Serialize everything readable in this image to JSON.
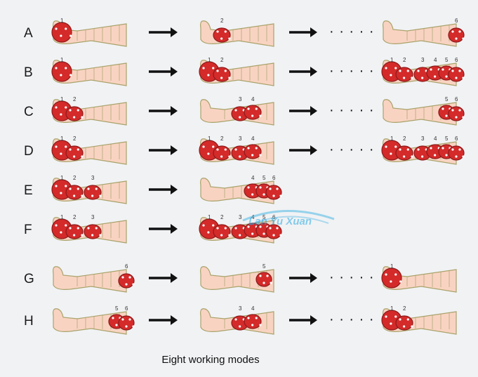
{
  "title_caption": "Eight working modes",
  "ellipsis": "· · · · ·",
  "watermark_text": "Lan Yu Xuan",
  "colors": {
    "skin": "#f9d3c2",
    "skin_stroke": "#a8a36b",
    "wrap": "#e9e6a6",
    "chamber_fill": "#d42a2a",
    "chamber_stroke": "#8b1a1a",
    "arrow": "#111111",
    "watermark": "#29aae1"
  },
  "modes": [
    {
      "letter": "A",
      "steps": [
        {
          "active": [
            1
          ],
          "labels": [
            "1"
          ]
        },
        {
          "active": [
            2
          ],
          "labels": [
            "2"
          ]
        },
        {
          "active": [
            6
          ],
          "labels": [
            "6"
          ]
        }
      ],
      "ellipsis": true
    },
    {
      "letter": "B",
      "steps": [
        {
          "active": [
            1
          ],
          "labels": [
            "1"
          ]
        },
        {
          "active": [
            1,
            2
          ],
          "labels": [
            "1",
            "2"
          ]
        },
        {
          "active": [
            1,
            2,
            3,
            4,
            5,
            6
          ],
          "labels": [
            "1",
            "2",
            "3",
            "4",
            "5",
            "6"
          ]
        }
      ],
      "ellipsis": true
    },
    {
      "letter": "C",
      "steps": [
        {
          "active": [
            1,
            2
          ],
          "labels": [
            "1",
            "2"
          ]
        },
        {
          "active": [
            3,
            4
          ],
          "labels": [
            "3",
            "4"
          ]
        },
        {
          "active": [
            5,
            6
          ],
          "labels": [
            "5",
            "6"
          ]
        }
      ],
      "ellipsis": true
    },
    {
      "letter": "D",
      "steps": [
        {
          "active": [
            1,
            2
          ],
          "labels": [
            "1",
            "2"
          ]
        },
        {
          "active": [
            1,
            2,
            3,
            4
          ],
          "labels": [
            "1",
            "2",
            "3",
            "4"
          ]
        },
        {
          "active": [
            1,
            2,
            3,
            4,
            5,
            6
          ],
          "labels": [
            "1",
            "2",
            "3",
            "4",
            "5",
            "6"
          ]
        }
      ],
      "ellipsis": true
    },
    {
      "letter": "E",
      "steps": [
        {
          "active": [
            1,
            2,
            3
          ],
          "labels": [
            "1",
            "2",
            "3"
          ]
        },
        {
          "active": [
            4,
            5,
            6
          ],
          "labels": [
            "4",
            "5",
            "6"
          ]
        }
      ],
      "ellipsis": false
    },
    {
      "letter": "F",
      "steps": [
        {
          "active": [
            1,
            2,
            3
          ],
          "labels": [
            "1",
            "2",
            "3"
          ]
        },
        {
          "active": [
            1,
            2,
            3,
            4,
            5,
            6
          ],
          "labels": [
            "1",
            "2",
            "3",
            "4",
            "5",
            "6"
          ]
        }
      ],
      "ellipsis": false
    },
    {
      "letter": "G",
      "steps": [
        {
          "active": [
            6
          ],
          "labels": [
            "6"
          ]
        },
        {
          "active": [
            5
          ],
          "labels": [
            "5"
          ]
        },
        {
          "active": [
            1
          ],
          "labels": [
            "1"
          ]
        }
      ],
      "ellipsis": true
    },
    {
      "letter": "H",
      "steps": [
        {
          "active": [
            5,
            6
          ],
          "labels": [
            "5",
            "6"
          ]
        },
        {
          "active": [
            3,
            4
          ],
          "labels": [
            "3",
            "4"
          ]
        },
        {
          "active": [
            1,
            2
          ],
          "labels": [
            "1",
            "2"
          ]
        }
      ],
      "ellipsis": true
    }
  ]
}
